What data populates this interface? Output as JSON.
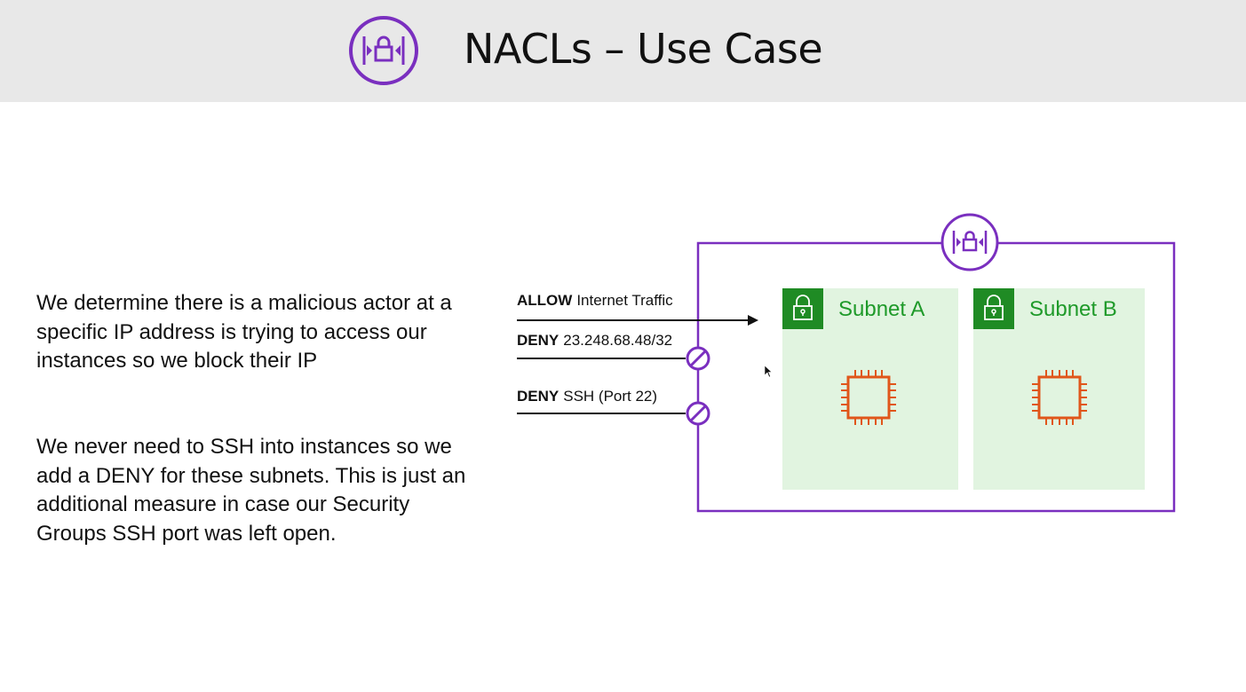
{
  "header": {
    "title": "NACLs – Use Case",
    "icon": "nacl-icon"
  },
  "text": {
    "paragraph1": "We determine there is a malicious actor at a specific IP address is trying to access our instances so we block their IP",
    "paragraph2": "We never need to SSH into instances so we add a DENY for these subnets. This is just an additional measure in case our Security Groups SSH port was left open."
  },
  "rules": [
    {
      "action": "ALLOW",
      "target": "Internet Traffic"
    },
    {
      "action": "DENY",
      "target": "23.248.68.48/32"
    },
    {
      "action": "DENY",
      "target": "SSH (Port 22)"
    }
  ],
  "subnets": [
    {
      "label": "Subnet A",
      "icon": "lock-icon",
      "resource": "ec2-chip-icon"
    },
    {
      "label": "Subnet B",
      "icon": "lock-icon",
      "resource": "ec2-chip-icon"
    }
  ],
  "colors": {
    "nacl_purple": "#7a2fbf",
    "subnet_green": "#1f8b24",
    "subnet_fill": "#e1f4e0",
    "ec2_orange": "#e0561b",
    "header_bg": "#e8e8e8"
  }
}
